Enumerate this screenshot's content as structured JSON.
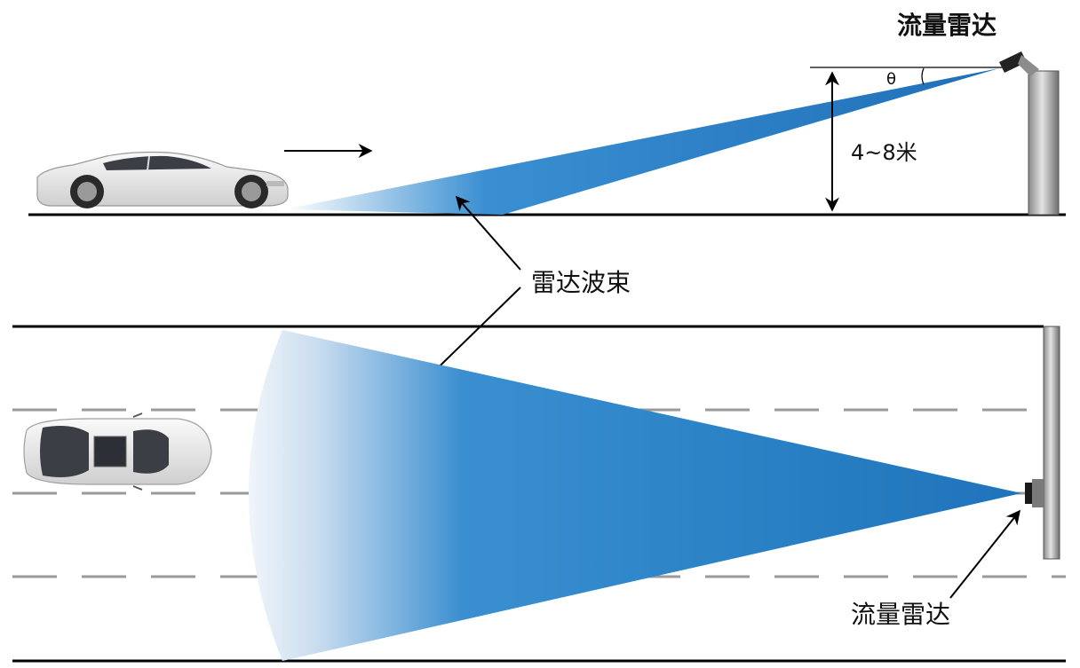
{
  "labels": {
    "radar_top": "流量雷达",
    "theta": "θ",
    "height": "4~8米",
    "beam": "雷达波束",
    "radar_bottom": "流量雷达"
  },
  "colors": {
    "beam_dark": "#1f6fb8",
    "beam_mid": "#2f8fd0",
    "beam_light": "#ffffff",
    "pole_light": "#d6d6d6",
    "pole_dark": "#7a7a7a",
    "road_line": "#000000",
    "lane_dash": "#9a9a9a"
  },
  "icons": {
    "side_car": "car-side-view-icon",
    "top_car": "car-top-view-icon"
  }
}
